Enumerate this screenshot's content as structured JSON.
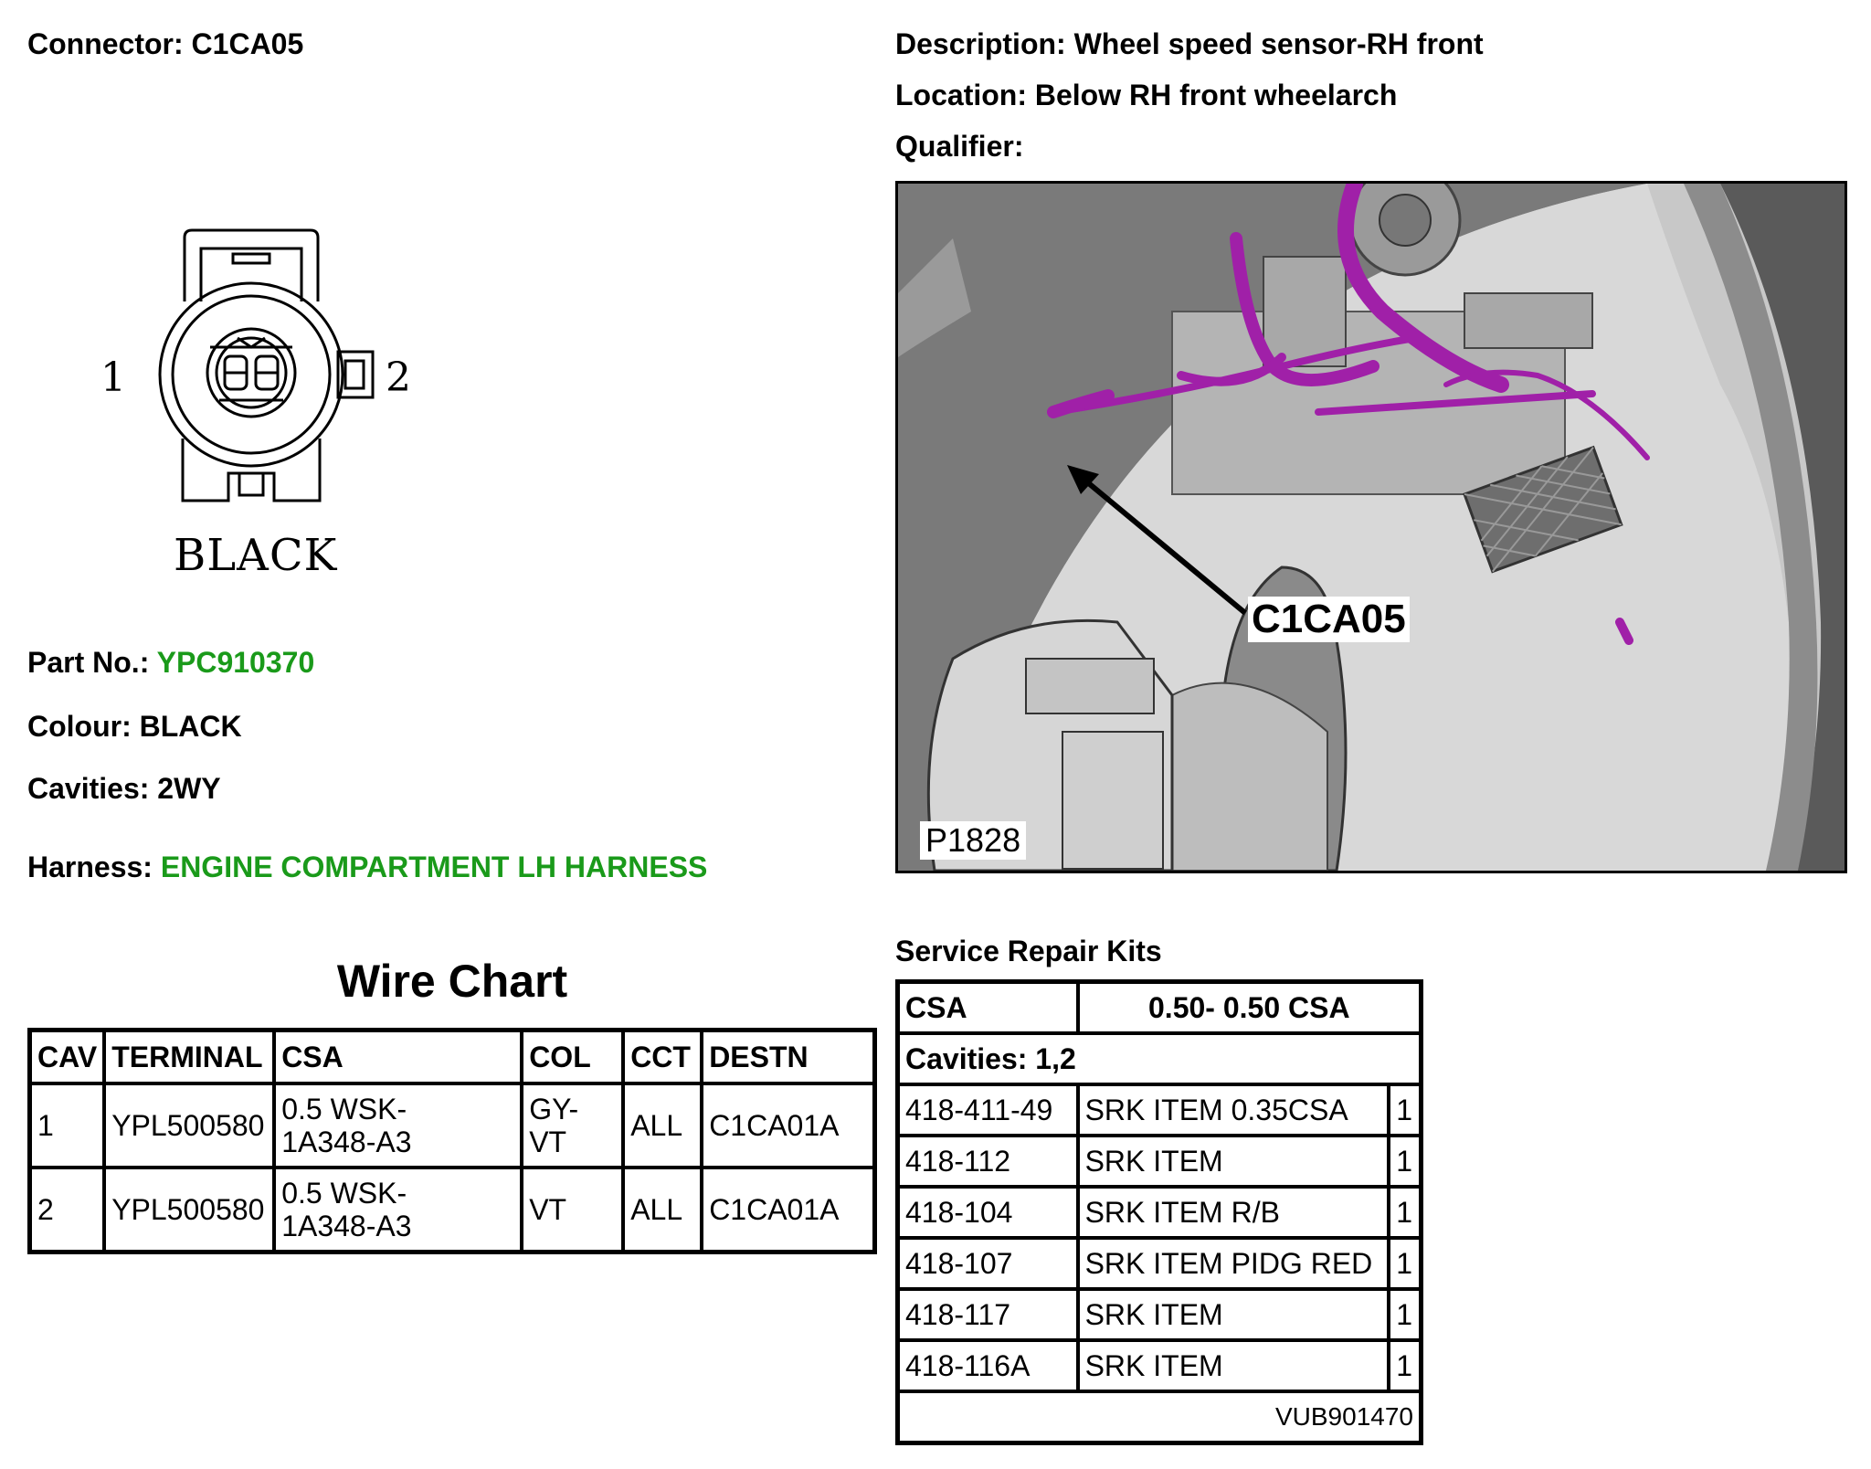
{
  "connector": {
    "label": "Connector:",
    "value": "C1CA05"
  },
  "description": {
    "label": "Description:",
    "value": "Wheel speed sensor-RH front"
  },
  "location": {
    "label": "Location:",
    "value": "Below RH front wheelarch"
  },
  "qualifier": {
    "label": "Qualifier:",
    "value": ""
  },
  "drawing": {
    "pin_left": "1",
    "pin_right": "2",
    "colour_caption": "BLACK"
  },
  "part_no": {
    "label": "Part No.:",
    "value": "YPC910370"
  },
  "colour": {
    "label": "Colour:",
    "value": "BLACK"
  },
  "cavities": {
    "label": "Cavities:",
    "value": "2WY"
  },
  "harness": {
    "label": "Harness:",
    "value": "ENGINE COMPARTMENT LH HARNESS"
  },
  "photo": {
    "code": "P1828",
    "callout": "C1CA05"
  },
  "wire_chart": {
    "title": "Wire Chart",
    "headers": [
      "CAV",
      "TERMINAL",
      "CSA",
      "COL",
      "CCT",
      "DESTN"
    ],
    "rows": [
      {
        "cav": "1",
        "terminal": "YPL500580",
        "csa_line1": "0.5 WSK-",
        "csa_line2": "1A348-A3",
        "col_line1": "GY-",
        "col_line2": "VT",
        "cct": "ALL",
        "destn": "C1CA01A"
      },
      {
        "cav": "2",
        "terminal": "YPL500580",
        "csa_line1": "0.5 WSK-",
        "csa_line2": "1A348-A3",
        "col_line1": "VT",
        "col_line2": "",
        "cct": "ALL",
        "destn": "C1CA01A"
      }
    ]
  },
  "service_repair_kits": {
    "title": "Service Repair Kits",
    "csa_label": "CSA",
    "csa_value": "0.50- 0.50 CSA",
    "cavities": "Cavities: 1,2",
    "items": [
      {
        "code": "418-411-49",
        "item": "SRK ITEM 0.35CSA",
        "qty": "1"
      },
      {
        "code": "418-112",
        "item": "SRK ITEM",
        "qty": "1"
      },
      {
        "code": "418-104",
        "item": "SRK ITEM R/B",
        "qty": "1"
      },
      {
        "code": "418-107",
        "item": "SRK ITEM PIDG RED",
        "qty": "1"
      },
      {
        "code": "418-117",
        "item": "SRK ITEM",
        "qty": "1"
      },
      {
        "code": "418-116A",
        "item": "SRK ITEM",
        "qty": "1"
      }
    ],
    "footer_code": "VUB901470"
  },
  "colors": {
    "link_green": "#1a9a1a",
    "harness_purple": "#a020a8"
  }
}
